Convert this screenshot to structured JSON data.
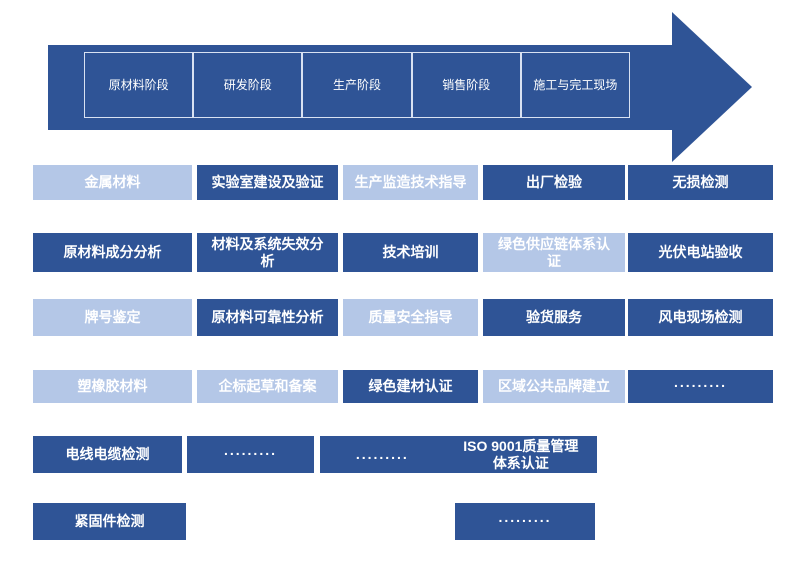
{
  "colors": {
    "dark_blue": "#2F5496",
    "light_blue": "#B4C7E7",
    "stage_border": "#D9E2F2",
    "text": "#FFFFFF"
  },
  "arrow": {
    "stages": [
      {
        "label": "原材料阶段"
      },
      {
        "label": "研发阶段"
      },
      {
        "label": "生产阶段"
      },
      {
        "label": "销售阶段"
      },
      {
        "label": "施工与完工现场"
      }
    ]
  },
  "grid": {
    "rows": [
      [
        {
          "label": "金属材料",
          "tone": "light"
        },
        {
          "label": "实验室建设及验证",
          "tone": "dark"
        },
        {
          "label": "生产监造技术指导",
          "tone": "light"
        },
        {
          "label": "出厂检验",
          "tone": "dark"
        },
        {
          "label": "无损检测",
          "tone": "dark"
        }
      ],
      [
        {
          "label": "原材料成分分析",
          "tone": "dark"
        },
        {
          "label": "材料及系统失效分析",
          "tone": "dark"
        },
        {
          "label": "技术培训",
          "tone": "dark"
        },
        {
          "label": "绿色供应链体系认证",
          "tone": "light"
        },
        {
          "label": "光伏电站验收",
          "tone": "dark"
        }
      ],
      [
        {
          "label": "牌号鉴定",
          "tone": "light"
        },
        {
          "label": "原材料可靠性分析",
          "tone": "dark"
        },
        {
          "label": "质量安全指导",
          "tone": "light"
        },
        {
          "label": "验货服务",
          "tone": "dark"
        },
        {
          "label": "风电现场检测",
          "tone": "dark"
        }
      ],
      [
        {
          "label": "塑橡胶材料",
          "tone": "light"
        },
        {
          "label": "企标起草和备案",
          "tone": "light"
        },
        {
          "label": "绿色建材认证",
          "tone": "dark"
        },
        {
          "label": "区域公共品牌建立",
          "tone": "light"
        },
        {
          "label": ".........",
          "tone": "dark",
          "dots": true
        }
      ]
    ]
  },
  "row5": {
    "box1": "电线电缆检测",
    "box2_dots": ".........",
    "wide": {
      "dots": ".........",
      "iso": "ISO 9001质量管理体系认证"
    }
  },
  "row6": {
    "box1": "紧固件检测",
    "box2_dots": "........."
  }
}
